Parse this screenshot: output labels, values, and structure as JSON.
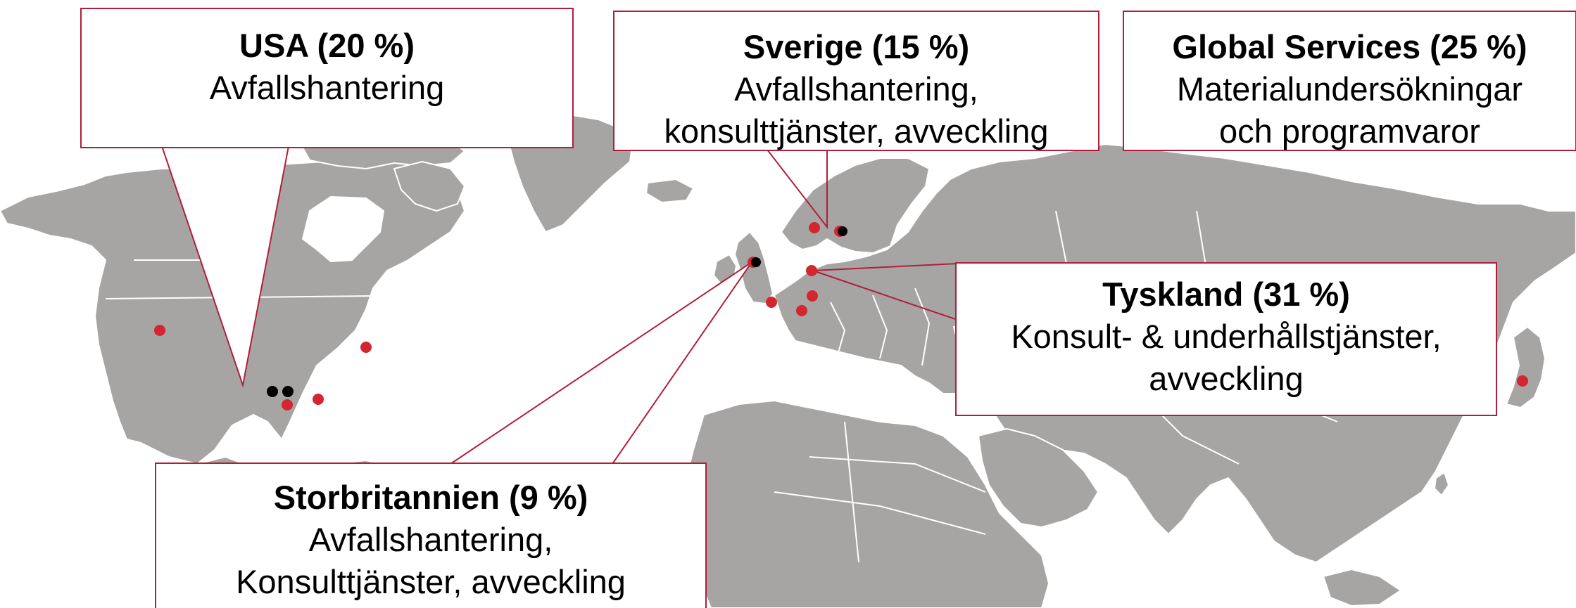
{
  "colors": {
    "land": "#a7a5a4",
    "water": "#ffffff",
    "border": "#ffffff",
    "accent_line": "#b01e3a",
    "dot_red": "#d32630",
    "dot_black": "#000000"
  },
  "callouts": {
    "usa": {
      "title": "USA (20 %)",
      "description": "Avfallshantering"
    },
    "sverige": {
      "title": "Sverige (15 %)",
      "description": "Avfallshantering,\nkonsulttjänster, avveckling"
    },
    "global": {
      "title": "Global Services (25 %)",
      "description": "Materialundersökningar\noch programvaror"
    },
    "tyskland": {
      "title": "Tyskland (31 %)",
      "description": "Konsult- & underhållstjänster,\navveckling"
    },
    "storbritannien": {
      "title": "Storbritannien (9 %)",
      "description": "Avfallshantering,\nKonsulttjänster, avveckling"
    }
  },
  "locations": [
    {
      "name": "usa-west",
      "color": "red"
    },
    {
      "name": "usa-east-1",
      "color": "black"
    },
    {
      "name": "usa-east-2",
      "color": "black"
    },
    {
      "name": "usa-southeast",
      "color": "red"
    },
    {
      "name": "usa-south",
      "color": "red"
    },
    {
      "name": "usa-eastcoast",
      "color": "red"
    },
    {
      "name": "uk",
      "color": "black-red"
    },
    {
      "name": "sweden-west",
      "color": "red"
    },
    {
      "name": "sweden-east",
      "color": "black-red"
    },
    {
      "name": "germany-north",
      "color": "red"
    },
    {
      "name": "germany-south",
      "color": "red"
    },
    {
      "name": "france",
      "color": "red"
    },
    {
      "name": "switzerland",
      "color": "red"
    },
    {
      "name": "japan",
      "color": "red"
    }
  ]
}
